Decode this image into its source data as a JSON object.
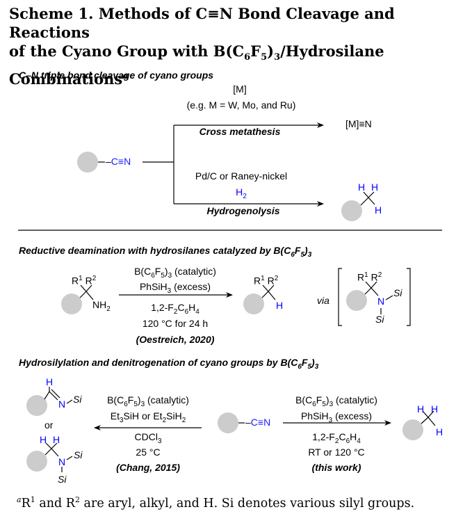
{
  "scheme": {
    "title_line1": "Scheme 1. Methods of C≡N Bond Cleavage and Reactions",
    "title_line2_pre": "of the Cyano Group with B(C",
    "title_line2_sub1": "6",
    "title_line2_mid": "F",
    "title_line2_sub2": "5",
    "title_line2_mid2": ")",
    "title_line2_sub3": "3",
    "title_line2_post": "/Hydrosilane",
    "title_line3": "Combinations",
    "title_footnote_mark": "a"
  },
  "section1": {
    "heading": "C–N triple bond cleavage of cyano groups",
    "cyano_label": "C≡N",
    "metal_label": "[M]",
    "metal_example": "(e.g. M = W, Mo, and Ru)",
    "metathesis_label": "Cross metathesis",
    "metal_nitride": "[M]≡N",
    "catalyst_label": "Pd/C or Raney-nickel",
    "h2_pre": "H",
    "h2_sub": "2",
    "hydrogenolysis_label": "Hydrogenolysis",
    "h_atom": "H"
  },
  "section2": {
    "heading_pre": "Reductive deamination with hydrosilanes catalyzed by B(C",
    "heading_sub1": "6",
    "heading_mid": "F",
    "heading_sub2": "5",
    "heading_post": ")",
    "heading_sub3": "3",
    "r1": "R",
    "r1_sup": "1",
    "r2": "R",
    "r2_sup": "2",
    "nh2_pre": "NH",
    "nh2_sub": "2",
    "cat_pre": "B(C",
    "cat_sub1": "6",
    "cat_mid": "F",
    "cat_sub2": "5",
    "cat_post": ")",
    "cat_sub3": "3",
    "cat_note": " (catalytic)",
    "silane_pre": "PhSiH",
    "silane_sub": "3",
    "silane_note": " (excess)",
    "solvent_pre": "1,2-F",
    "solvent_sub1": "2",
    "solvent_mid": "C",
    "solvent_sub2": "6",
    "solvent_mid2": "H",
    "solvent_sub3": "4",
    "conditions": "120 °C for 24 h",
    "reference": "(Oestreich, 2020)",
    "h_atom": "H",
    "via_label": "via",
    "n_atom": "N",
    "si_label": "Si"
  },
  "section3": {
    "heading_pre": "Hydrosilylation and denitrogenation of cyano groups by B(C",
    "heading_sub1": "6",
    "heading_mid": "F",
    "heading_sub2": "5",
    "heading_post": ")",
    "heading_sub3": "3",
    "h_atom": "H",
    "n_atom": "N",
    "si_label": "Si",
    "or_label": "or",
    "left_cat_pre": "B(C",
    "left_cat_sub1": "6",
    "left_cat_mid": "F",
    "left_cat_sub2": "5",
    "left_cat_post": ")",
    "left_cat_sub3": "3",
    "left_cat_note": " (catalytic)",
    "left_silane_pre": "Et",
    "left_silane_sub1": "3",
    "left_silane_mid": "SiH or Et",
    "left_silane_sub2": "2",
    "left_silane_mid2": "SiH",
    "left_silane_sub3": "2",
    "left_solvent_pre": "CDCl",
    "left_solvent_sub": "3",
    "left_temp": "25 °C",
    "left_reference": "(Chang, 2015)",
    "cyano_label": "C≡N",
    "right_cat_pre": "B(C",
    "right_cat_sub1": "6",
    "right_cat_mid": "F",
    "right_cat_sub2": "5",
    "right_cat_post": ")",
    "right_cat_sub3": "3",
    "right_cat_note": " (catalytic)",
    "right_silane_pre": "PhSiH",
    "right_silane_sub": "3",
    "right_silane_note": " (excess)",
    "right_solvent_pre": "1,2-F",
    "right_solvent_sub1": "2",
    "right_solvent_mid": "C",
    "right_solvent_sub2": "6",
    "right_solvent_mid2": "H",
    "right_solvent_sub3": "4",
    "right_temp": "RT or 120 °C",
    "right_reference": "(this work)"
  },
  "footnote": {
    "mark": "a",
    "r_pre": "R",
    "r1_sup": "1",
    "and": " and R",
    "r2_sup": "2",
    "text": " are aryl, alkyl, and H. Si denotes various silyl groups."
  },
  "colors": {
    "nitrogen": "#0000ff",
    "hydrogen": "#0000ff",
    "substituent_circle": "#cccccc"
  },
  "icons": [
    "reaction-arrow",
    "substituent-circle",
    "bracket"
  ]
}
